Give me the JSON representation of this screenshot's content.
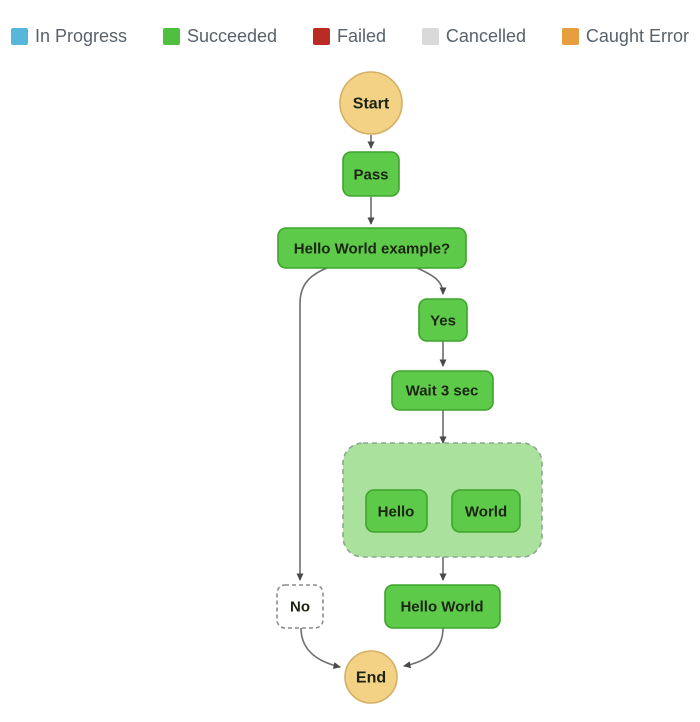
{
  "legend": {
    "items": [
      {
        "label": "In Progress",
        "color": "#56B7DB"
      },
      {
        "label": "Succeeded",
        "color": "#4FBF3F"
      },
      {
        "label": "Failed",
        "color": "#BB2B26"
      },
      {
        "label": "Cancelled",
        "color": "#D9D9D9"
      },
      {
        "label": "Caught Error",
        "color": "#E79E3F"
      }
    ]
  },
  "workflow": {
    "nodes": {
      "start": {
        "label": "Start",
        "type": "start"
      },
      "pass": {
        "label": "Pass",
        "status": "succeeded"
      },
      "choice": {
        "label": "Hello World example?",
        "status": "succeeded"
      },
      "yes": {
        "label": "Yes",
        "status": "succeeded"
      },
      "wait": {
        "label": "Wait 3 sec",
        "status": "succeeded"
      },
      "parallel": {
        "label": "",
        "type": "parallel-group",
        "status": "succeeded"
      },
      "hello": {
        "label": "Hello",
        "status": "succeeded"
      },
      "world": {
        "label": "World",
        "status": "succeeded"
      },
      "hello_world": {
        "label": "Hello World",
        "status": "succeeded"
      },
      "no": {
        "label": "No",
        "status": "not-executed"
      },
      "end": {
        "label": "End",
        "type": "end"
      }
    },
    "edges": [
      {
        "from": "Start",
        "to": "Pass"
      },
      {
        "from": "Pass",
        "to": "Hello World example?"
      },
      {
        "from": "Hello World example?",
        "to": "Yes"
      },
      {
        "from": "Hello World example?",
        "to": "No"
      },
      {
        "from": "Yes",
        "to": "Wait 3 sec"
      },
      {
        "from": "Wait 3 sec",
        "to": "Parallel"
      },
      {
        "from": "Parallel",
        "to": "Hello"
      },
      {
        "from": "Parallel",
        "to": "World"
      },
      {
        "from": "Parallel",
        "to": "Hello World"
      },
      {
        "from": "No",
        "to": "End"
      },
      {
        "from": "Hello World",
        "to": "End"
      }
    ]
  },
  "colors": {
    "succeeded_fill": "#5DCB49",
    "succeeded_border": "#3FA32E",
    "group_fill": "#A9E19D",
    "group_border": "#8BA88B",
    "terminal_fill": "#F3D286",
    "terminal_border": "#D3B066",
    "skipped_fill": "#FFFFFF",
    "skipped_border": "#8C8C8C",
    "edge": "#6E6E6E",
    "arrowhead": "#4A4A4A",
    "node_text": "#1D2413"
  }
}
